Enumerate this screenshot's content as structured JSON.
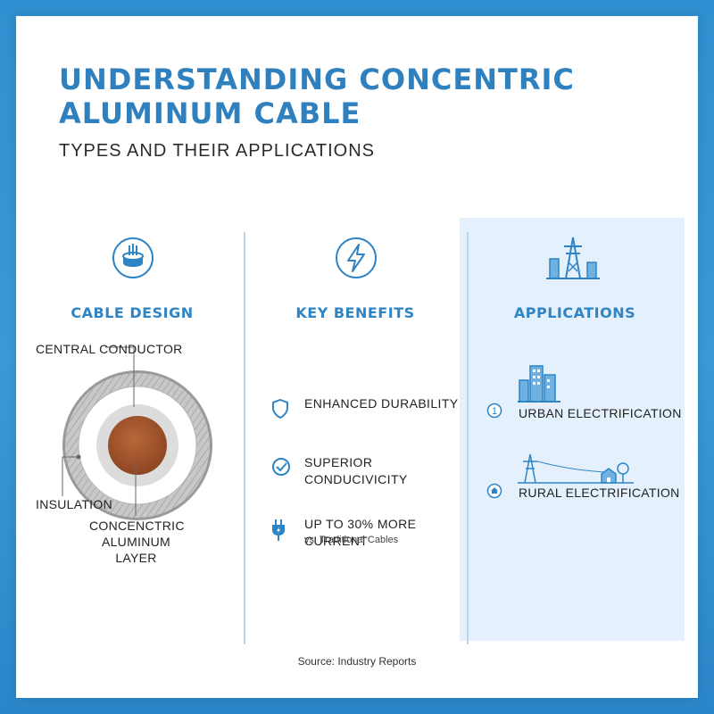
{
  "header": {
    "title": "UNDERSTANDING CONCENTRIC ALUMINUM CABLE",
    "subtitle": "TYPES AND THEIR APPLICATIONS"
  },
  "columns": {
    "design": {
      "heading": "CABLE DESIGN",
      "icon": "cable-icon",
      "labels": {
        "conductor": "CENTRAL CONDUCTOR",
        "insulation": "INSULATION",
        "layer": "CONCENCTRIC ALUMINUM LAYER"
      }
    },
    "benefits": {
      "heading": "KEY BENEFITS",
      "icon": "lightning-icon",
      "items": [
        {
          "icon": "shield-icon",
          "title": "ENHANCED DURABILITY",
          "subtitle": ""
        },
        {
          "icon": "check-circle-icon",
          "title": "SUPERIOR CONDUCIVICITY",
          "subtitle": ""
        },
        {
          "icon": "plug-icon",
          "title": "UP TO 30% MORE CURRENT",
          "subtitle": "vs. Traditional Cables"
        }
      ]
    },
    "applications": {
      "heading": "APPLICATIONS",
      "icon": "power-tower-icon",
      "items": [
        {
          "icon": "city-buildings-icon",
          "marker": "1",
          "label": "URBAN ELECTRIFICATION"
        },
        {
          "icon": "rural-power-line-icon",
          "marker": "home-icon",
          "label": "RURAL ELECTRIFICATION"
        }
      ]
    }
  },
  "footer": {
    "source": "Source: Industry Reports"
  },
  "colors": {
    "accent": "#2f84c5",
    "background": "#3a9ad8",
    "panel": "#e4f0fb",
    "copper": "#a0532a"
  }
}
